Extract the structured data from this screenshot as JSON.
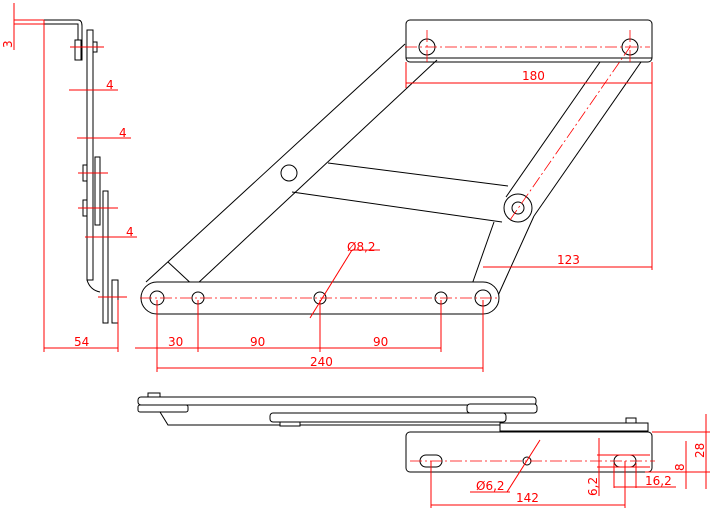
{
  "drawing": {
    "colors": {
      "outline": "#000000",
      "dimension": "#ff0000"
    },
    "side_view": {
      "dims": {
        "top_offset": "3",
        "t1": "4",
        "t2": "4",
        "t3": "4",
        "width": "54"
      }
    },
    "front_view": {
      "dims": {
        "top_width": "180",
        "hole_dia": "Ø8,2",
        "offset": "123",
        "d1": "30",
        "d2": "90",
        "d3": "90",
        "total": "240"
      }
    },
    "plan_view": {
      "dims": {
        "hole_dia": "Ø6,2",
        "slot_spacing": "142",
        "slot_width": "6,2",
        "slot_length": "16,2",
        "slot_height": "8",
        "height": "28"
      }
    }
  }
}
